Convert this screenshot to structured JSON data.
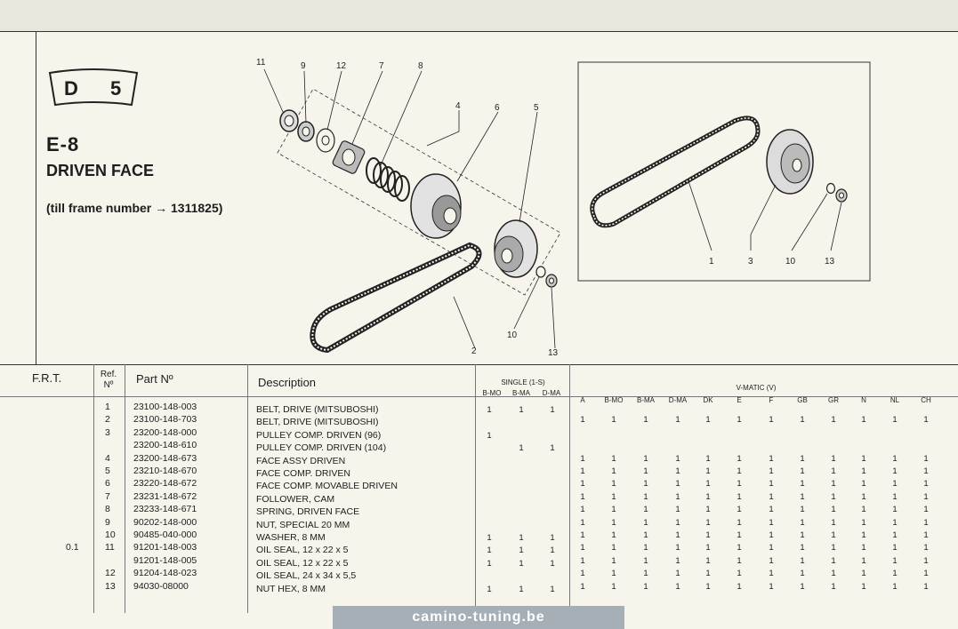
{
  "badge": {
    "letter": "D",
    "number": "5"
  },
  "section": {
    "code": "E-8",
    "title": "DRIVEN FACE",
    "note": "(till frame number → 1311825)"
  },
  "diagram_callouts": {
    "left": [
      "11",
      "9",
      "12",
      "7",
      "8",
      "4",
      "6",
      "5",
      "2",
      "10",
      "13"
    ],
    "right": [
      "1",
      "3",
      "10",
      "13"
    ]
  },
  "table": {
    "headers": {
      "frt": "F.R.T.",
      "ref": "Ref.",
      "ref_no": "Nº",
      "part": "Part Nº",
      "desc": "Description",
      "single_group": "SINGLE (1-S)",
      "single_cols": [
        "B-MO",
        "B-MA",
        "D-MA"
      ],
      "vmatic_group": "V-MATIC (V)",
      "vmatic_cols": [
        "A",
        "B-MO",
        "B-MA",
        "D-MA",
        "DK",
        "E",
        "F",
        "GB",
        "GR",
        "N",
        "NL",
        "CH"
      ]
    },
    "rows": [
      {
        "frt": "",
        "ref": "1",
        "part": "23100-148-003",
        "desc": "BELT, DRIVE (MITSUBOSHI)",
        "single": [
          "1",
          "1",
          "1"
        ],
        "vmatic": [
          "",
          "",
          "",
          "",
          "",
          "",
          "",
          "",
          "",
          "",
          "",
          ""
        ]
      },
      {
        "frt": "",
        "ref": "2",
        "part": "23100-148-703",
        "desc": "BELT, DRIVE (MITSUBOSHI)",
        "single": [
          "",
          "",
          ""
        ],
        "vmatic": [
          "1",
          "1",
          "1",
          "1",
          "1",
          "1",
          "1",
          "1",
          "1",
          "1",
          "1",
          "1"
        ]
      },
      {
        "frt": "",
        "ref": "3",
        "part": "23200-148-000",
        "desc": "PULLEY COMP. DRIVEN (96)",
        "single": [
          "1",
          "",
          ""
        ],
        "vmatic": [
          "",
          "",
          "",
          "",
          "",
          "",
          "",
          "",
          "",
          "",
          "",
          ""
        ]
      },
      {
        "frt": "",
        "ref": "",
        "part": "23200-148-610",
        "desc": "PULLEY COMP. DRIVEN (104)",
        "single": [
          "",
          "1",
          "1"
        ],
        "vmatic": [
          "",
          "",
          "",
          "",
          "",
          "",
          "",
          "",
          "",
          "",
          "",
          ""
        ]
      },
      {
        "frt": "",
        "ref": "4",
        "part": "23200-148-673",
        "desc": "FACE ASSY DRIVEN",
        "single": [
          "",
          "",
          ""
        ],
        "vmatic": [
          "1",
          "1",
          "1",
          "1",
          "1",
          "1",
          "1",
          "1",
          "1",
          "1",
          "1",
          "1"
        ]
      },
      {
        "frt": "",
        "ref": "5",
        "part": "23210-148-670",
        "desc": "FACE COMP. DRIVEN",
        "single": [
          "",
          "",
          ""
        ],
        "vmatic": [
          "1",
          "1",
          "1",
          "1",
          "1",
          "1",
          "1",
          "1",
          "1",
          "1",
          "1",
          "1"
        ]
      },
      {
        "frt": "",
        "ref": "6",
        "part": "23220-148-672",
        "desc": "FACE COMP. MOVABLE DRIVEN",
        "single": [
          "",
          "",
          ""
        ],
        "vmatic": [
          "1",
          "1",
          "1",
          "1",
          "1",
          "1",
          "1",
          "1",
          "1",
          "1",
          "1",
          "1"
        ]
      },
      {
        "frt": "",
        "ref": "7",
        "part": "23231-148-672",
        "desc": "FOLLOWER, CAM",
        "single": [
          "",
          "",
          ""
        ],
        "vmatic": [
          "1",
          "1",
          "1",
          "1",
          "1",
          "1",
          "1",
          "1",
          "1",
          "1",
          "1",
          "1"
        ]
      },
      {
        "frt": "",
        "ref": "8",
        "part": "23233-148-671",
        "desc": "SPRING, DRIVEN FACE",
        "single": [
          "",
          "",
          ""
        ],
        "vmatic": [
          "1",
          "1",
          "1",
          "1",
          "1",
          "1",
          "1",
          "1",
          "1",
          "1",
          "1",
          "1"
        ]
      },
      {
        "frt": "",
        "ref": "9",
        "part": "90202-148-000",
        "desc": "NUT, SPECIAL 20 MM",
        "single": [
          "",
          "",
          ""
        ],
        "vmatic": [
          "1",
          "1",
          "1",
          "1",
          "1",
          "1",
          "1",
          "1",
          "1",
          "1",
          "1",
          "1"
        ]
      },
      {
        "frt": "",
        "ref": "10",
        "part": "90485-040-000",
        "desc": "WASHER, 8 MM",
        "single": [
          "1",
          "1",
          "1"
        ],
        "vmatic": [
          "1",
          "1",
          "1",
          "1",
          "1",
          "1",
          "1",
          "1",
          "1",
          "1",
          "1",
          "1"
        ]
      },
      {
        "frt": "0.1",
        "ref": "11",
        "part": "91201-148-003",
        "desc": "OIL SEAL, 12 x 22 x 5",
        "single": [
          "1",
          "1",
          "1"
        ],
        "vmatic": [
          "1",
          "1",
          "1",
          "1",
          "1",
          "1",
          "1",
          "1",
          "1",
          "1",
          "1",
          "1"
        ]
      },
      {
        "frt": "",
        "ref": "",
        "part": "91201-148-005",
        "desc": "OIL SEAL, 12 x 22 x 5",
        "single": [
          "1",
          "1",
          "1"
        ],
        "vmatic": [
          "1",
          "1",
          "1",
          "1",
          "1",
          "1",
          "1",
          "1",
          "1",
          "1",
          "1",
          "1"
        ]
      },
      {
        "frt": "",
        "ref": "12",
        "part": "91204-148-023",
        "desc": "OIL SEAL, 24 x 34 x 5,5",
        "single": [
          "",
          "",
          ""
        ],
        "vmatic": [
          "1",
          "1",
          "1",
          "1",
          "1",
          "1",
          "1",
          "1",
          "1",
          "1",
          "1",
          "1"
        ]
      },
      {
        "frt": "",
        "ref": "13",
        "part": "94030-08000",
        "desc": "NUT HEX, 8 MM",
        "single": [
          "1",
          "1",
          "1"
        ],
        "vmatic": [
          "1",
          "1",
          "1",
          "1",
          "1",
          "1",
          "1",
          "1",
          "1",
          "1",
          "1",
          "1"
        ]
      }
    ]
  },
  "footer": {
    "watermark": "camino-tuning.be"
  }
}
